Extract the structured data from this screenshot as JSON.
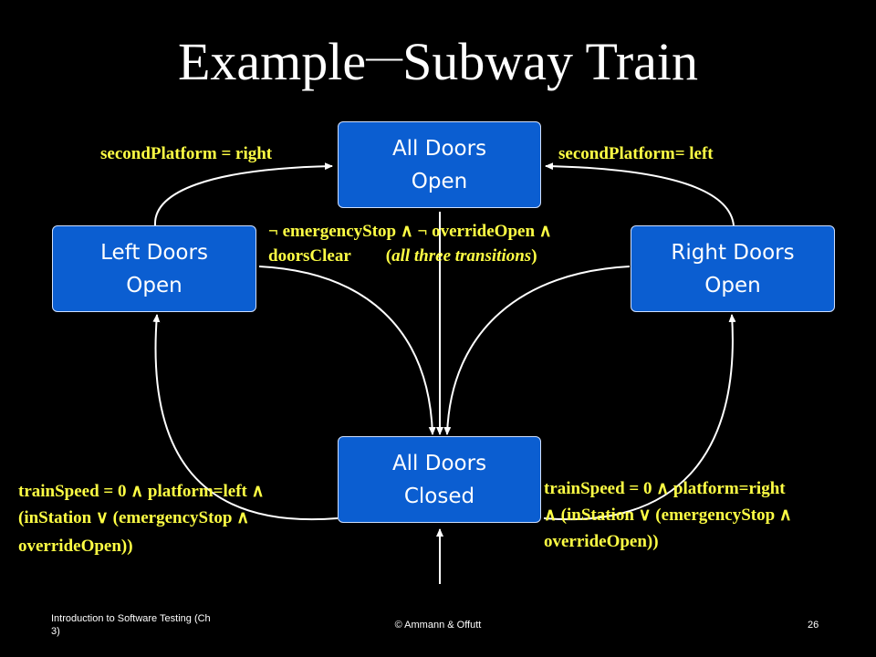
{
  "slide": {
    "title_left": "Example",
    "title_dash": "—",
    "title_right": "Subway Train"
  },
  "states": {
    "all_open": {
      "line1": "All Doors",
      "line2": "Open"
    },
    "left_open": {
      "line1": "Left Doors",
      "line2": "Open"
    },
    "right_open": {
      "line1": "Right Doors",
      "line2": "Open"
    },
    "all_closed": {
      "line1": "All Doors",
      "line2": "Closed"
    }
  },
  "labels": {
    "left_to_all": "secondPlatform = right",
    "right_to_all": "secondPlatform= left",
    "close_guard_line1": "¬ emergencyStop ∧ ¬ overrideOpen ∧",
    "close_guard_line2_a": "doorsClear",
    "close_guard_line2_b": "(",
    "close_guard_line2_italic": "all three transitions",
    "close_guard_line2_c": ")",
    "open_left_line1": "trainSpeed = 0 ∧ platform=left ∧",
    "open_left_line2": "(inStation ∨ (emergencyStop ∧",
    "open_left_line3": "overrideOpen))",
    "open_right_line1": "trainSpeed = 0 ∧ platform=right",
    "open_right_line2": "∧ (inStation ∨ (emergencyStop ∧",
    "open_right_line3": "overrideOpen))"
  },
  "footer": {
    "left_line1": "Introduction to Software Testing  (Ch",
    "left_line2": "3)",
    "center": "© Ammann & Offutt",
    "page": "26"
  },
  "colors": {
    "state_fill": "#0b5ed1",
    "label_yellow": "#ffff44",
    "background": "#000000"
  }
}
